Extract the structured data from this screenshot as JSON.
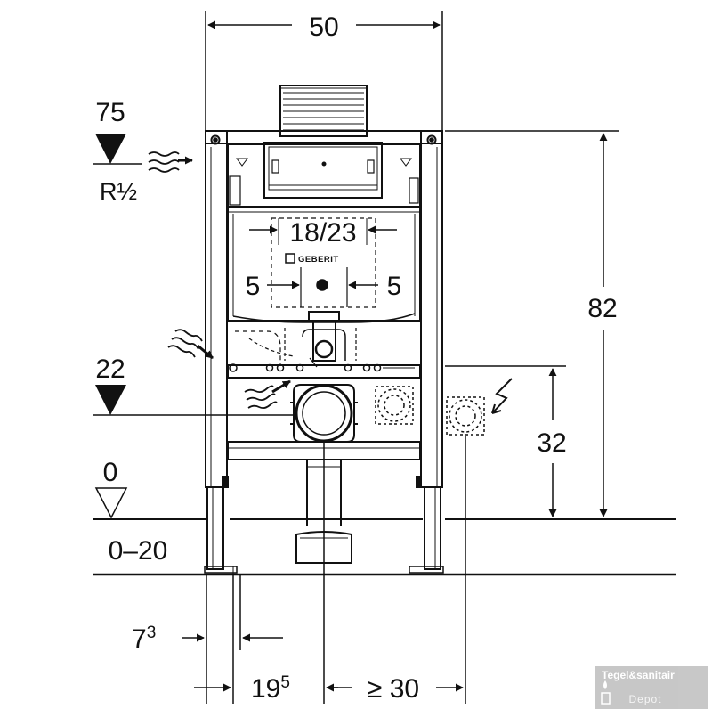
{
  "dimensions": {
    "width": "50",
    "height": "82",
    "supply_height": "75",
    "supply_thread": "R½",
    "flush_pipe_height": "22",
    "floor_level": "0",
    "floor_range": "0–20",
    "button_width": "18/23",
    "offset_left": "5",
    "offset_right": "5",
    "electric_height": "32",
    "leg_offset_base": "7",
    "leg_offset_sup": "3",
    "leg_width_base": "19",
    "leg_width_sup": "5",
    "side_clearance": "≥ 30"
  },
  "brand": "GEBERIT",
  "watermark": {
    "line1": "Tegel&sanitair",
    "line2": "Depot"
  }
}
